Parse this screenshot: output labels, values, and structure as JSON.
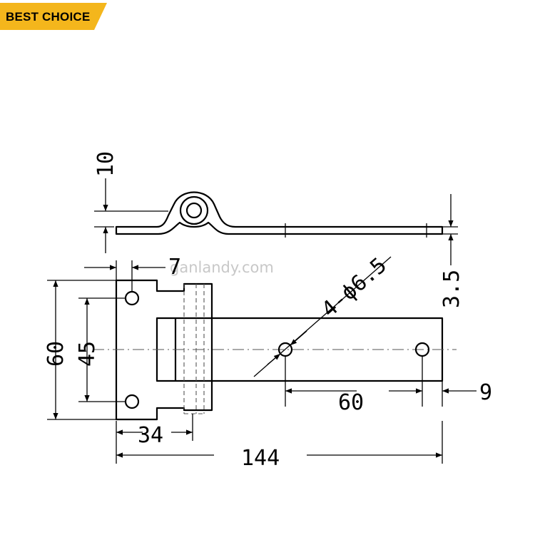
{
  "badge": {
    "label": "BEST CHOICE",
    "color": "#f4b61c"
  },
  "watermark": "ganlandy.com",
  "dimensions": {
    "side_height": "10",
    "top_lug": "7",
    "thickness": "3.5",
    "holes": "4-ϕ6.5",
    "overall_height": "60",
    "hole_spacing_vertical": "45",
    "hole_spacing_horizontal": "60",
    "end_offset": "9",
    "leaf_width": "34",
    "overall_length": "144"
  }
}
